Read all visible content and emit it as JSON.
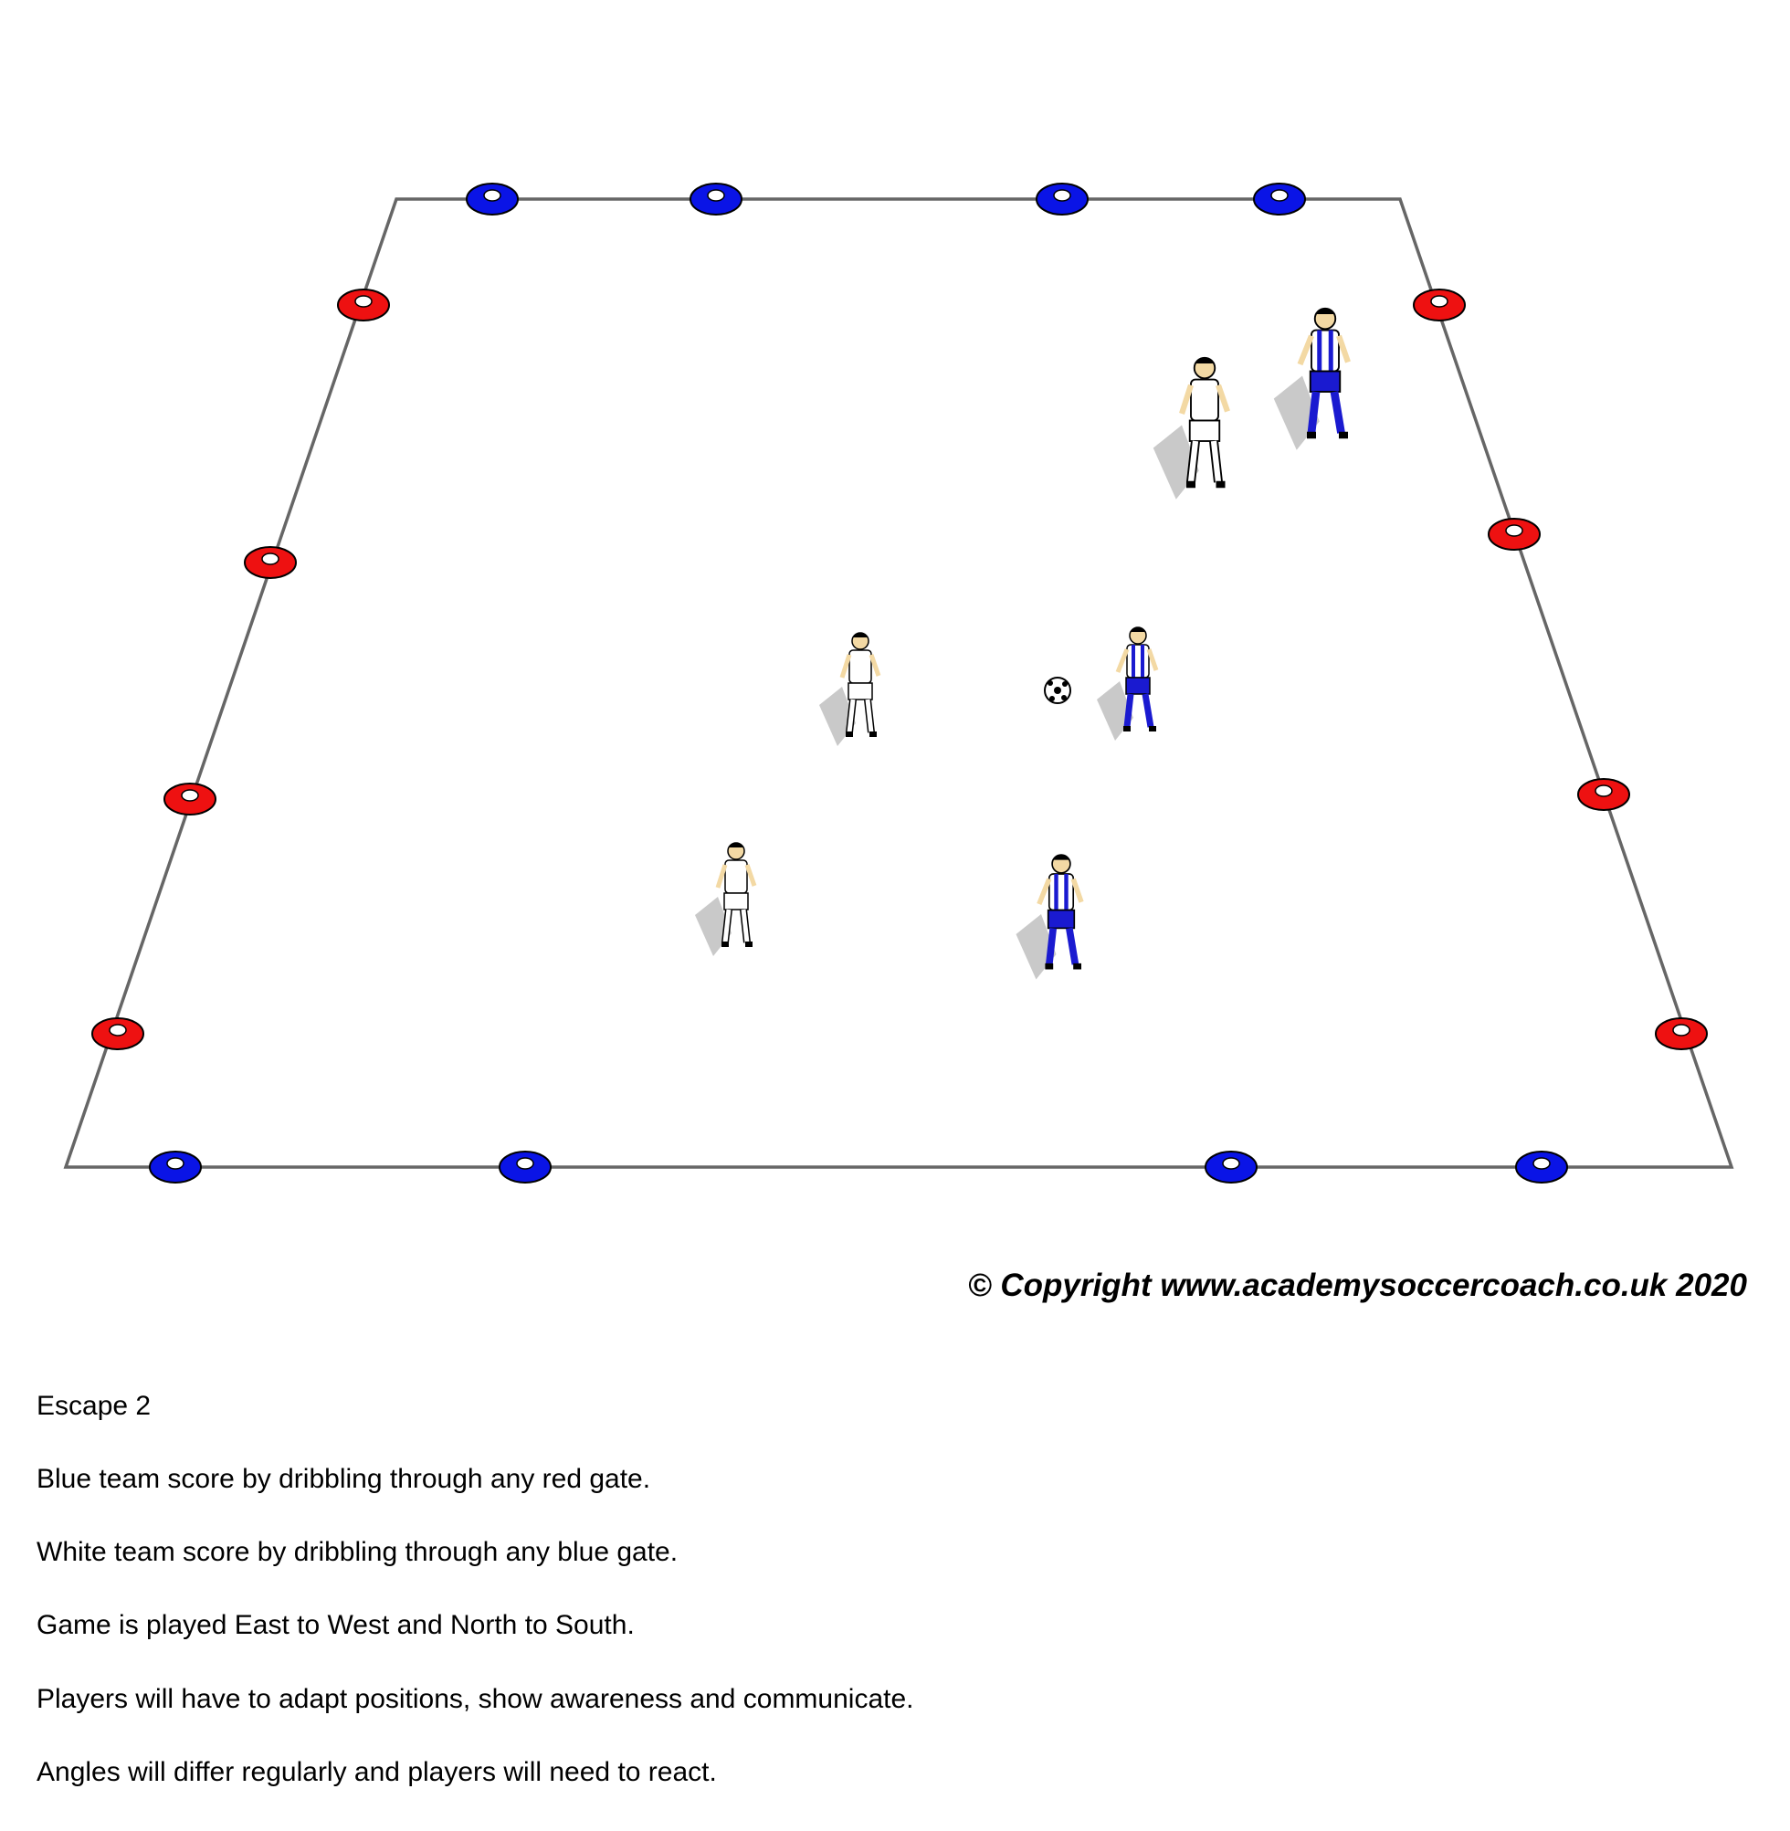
{
  "diagram": {
    "colors": {
      "field_line": "#666666",
      "blue_cone": "#0a14e6",
      "red_cone": "#ee1111",
      "blue_team": "#1a1ad0",
      "white_team": "#ffffff",
      "shadow": "#bbbbbb"
    },
    "cones": {
      "blue_count": 8,
      "red_count": 8
    },
    "players": {
      "blue_count": 3,
      "white_count": 3
    },
    "ball_count": 1
  },
  "copyright": "© Copyright www.academysoccercoach.co.uk 2020",
  "description": {
    "title": "Escape 2",
    "lines": [
      "Blue team score by dribbling through any red gate.",
      "White team score by dribbling through any blue gate.",
      "Game is played East to West and North to South.",
      "Players will have to adapt positions, show awareness and communicate.",
      "Angles will differ regularly and players will need to react."
    ]
  }
}
